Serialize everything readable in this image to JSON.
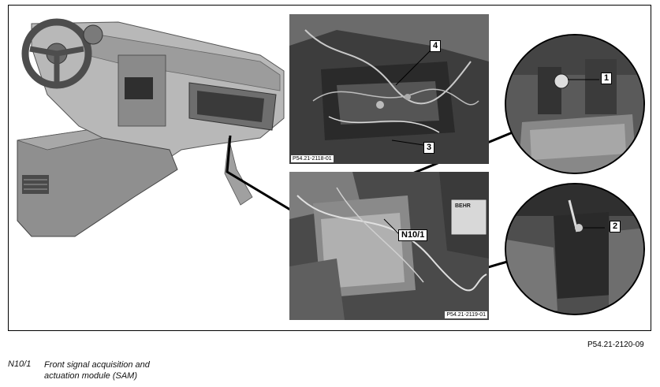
{
  "figure": {
    "figure_code": "P54.21-2120-09",
    "photo_top_code": "P54.21-2118-01",
    "photo_bottom_code": "P54.21-2119-01"
  },
  "callouts": {
    "c1": "1",
    "c2": "2",
    "c3": "3",
    "c4": "4",
    "n10": "N10/1"
  },
  "photo_labels": {
    "behr": "BEHR"
  },
  "legend": {
    "code": "N10/1",
    "text": "Front signal acquisition and actuation module (SAM)"
  }
}
